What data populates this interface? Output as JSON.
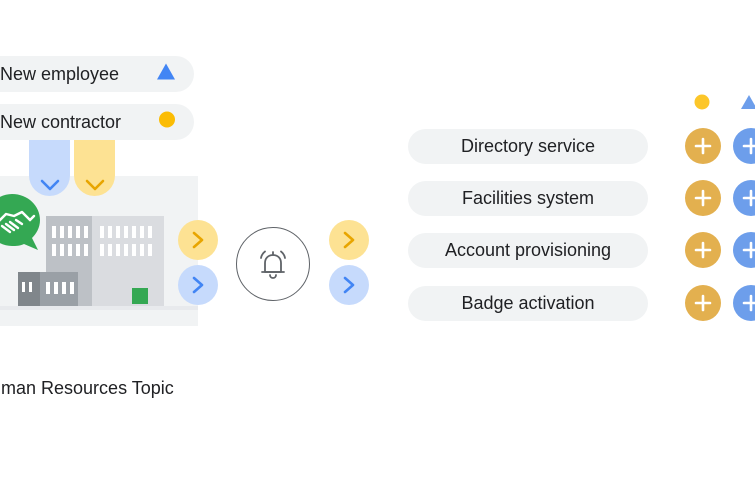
{
  "legend": [
    {
      "label": "New employee",
      "marker": "triangle",
      "color": "#4285f4"
    },
    {
      "label": "New contractor",
      "marker": "circle",
      "color": "#fbbc04"
    }
  ],
  "services": [
    {
      "label": "Directory service"
    },
    {
      "label": "Facilities system"
    },
    {
      "label": "Account provisioning"
    },
    {
      "label": "Badge activation"
    }
  ],
  "topic": {
    "label": "Human Resources Topic"
  },
  "colors": {
    "blue": "#4285f4",
    "blue_light": "#c6dafc",
    "yellow": "#fbbc04",
    "yellow_light": "#fde293",
    "yellow_plus": "#e3b04f",
    "blue_plus": "#6d9eeb",
    "green": "#34a853",
    "pill_bg": "#f1f3f4"
  },
  "icons": {
    "handshake": "handshake-icon",
    "bell": "bell-icon",
    "chevron_down": "chevron-down-icon",
    "chevron_right": "chevron-right-icon",
    "plus": "plus-icon"
  }
}
